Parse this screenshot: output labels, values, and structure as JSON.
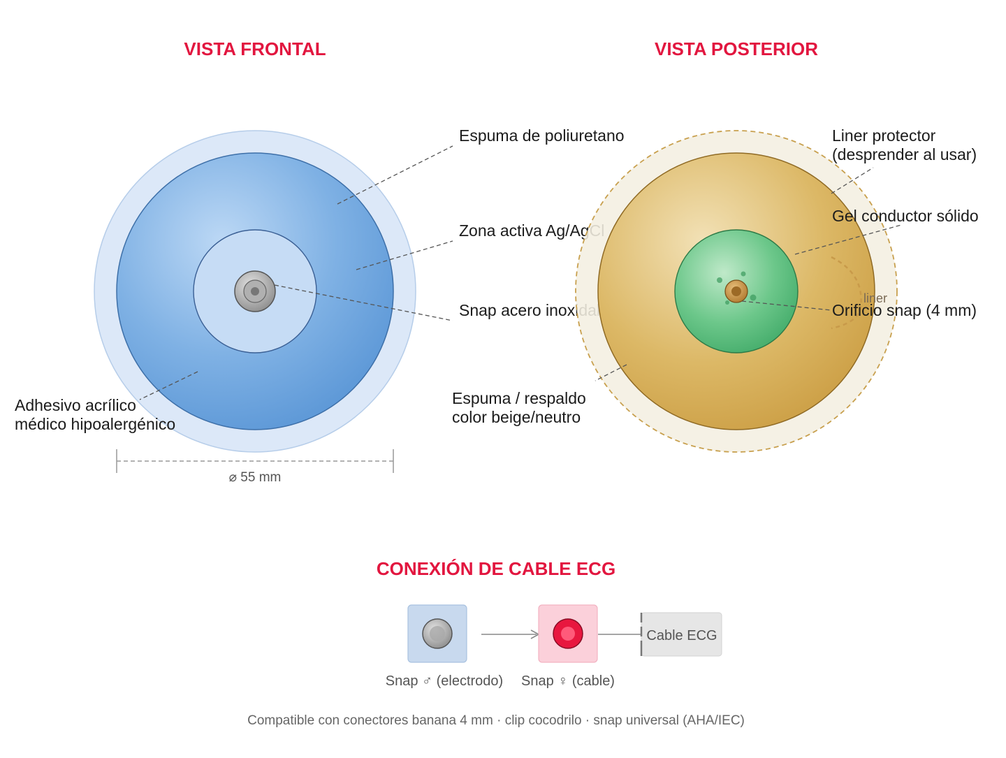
{
  "front": {
    "title": "VISTA FRONTAL",
    "labels": {
      "foam": "Espuma de poliuretano",
      "active_zone": "Zona activa Ag/AgCl",
      "snap": "Snap acero inoxidable",
      "adhesive_line1": "Adhesivo acrílico",
      "adhesive_line2": "médico hipoalergénico"
    },
    "dimension": "⌀ 55 mm",
    "colors": {
      "foam": "#5b9bd9",
      "adhesive": "#dce8f8",
      "active_zone": "#c6dcf5",
      "snap": "#a8a8a8"
    }
  },
  "back": {
    "title": "VISTA POSTERIOR",
    "labels": {
      "liner_line1": "Liner protector",
      "liner_line2": "(desprender al usar)",
      "gel": "Gel conductor sólido",
      "hole": "Orificio snap (4 mm)",
      "backing_line1": "Espuma / respaldo",
      "backing_line2": "color beige/neutro",
      "liner_tab": "liner"
    },
    "colors": {
      "backing": "#d9b15c",
      "liner": "#f4efe1",
      "gel": "#4cb874",
      "hole": "#c48a3c"
    }
  },
  "connection": {
    "title": "CONEXIÓN DE CABLE ECG",
    "male_caption": "Snap ♂ (electrodo)",
    "female_caption": "Snap ♀ (cable)",
    "cable_label": "Cable ECG",
    "colors": {
      "male_box": "#c8d9ee",
      "female_box": "#fbd0da",
      "female_dot": "#e8173f",
      "cable_box": "#e6e6e6"
    }
  },
  "footer": "Compatible con conectores banana 4 mm · clip cocodrilo · snap universal (AHA/IEC)"
}
